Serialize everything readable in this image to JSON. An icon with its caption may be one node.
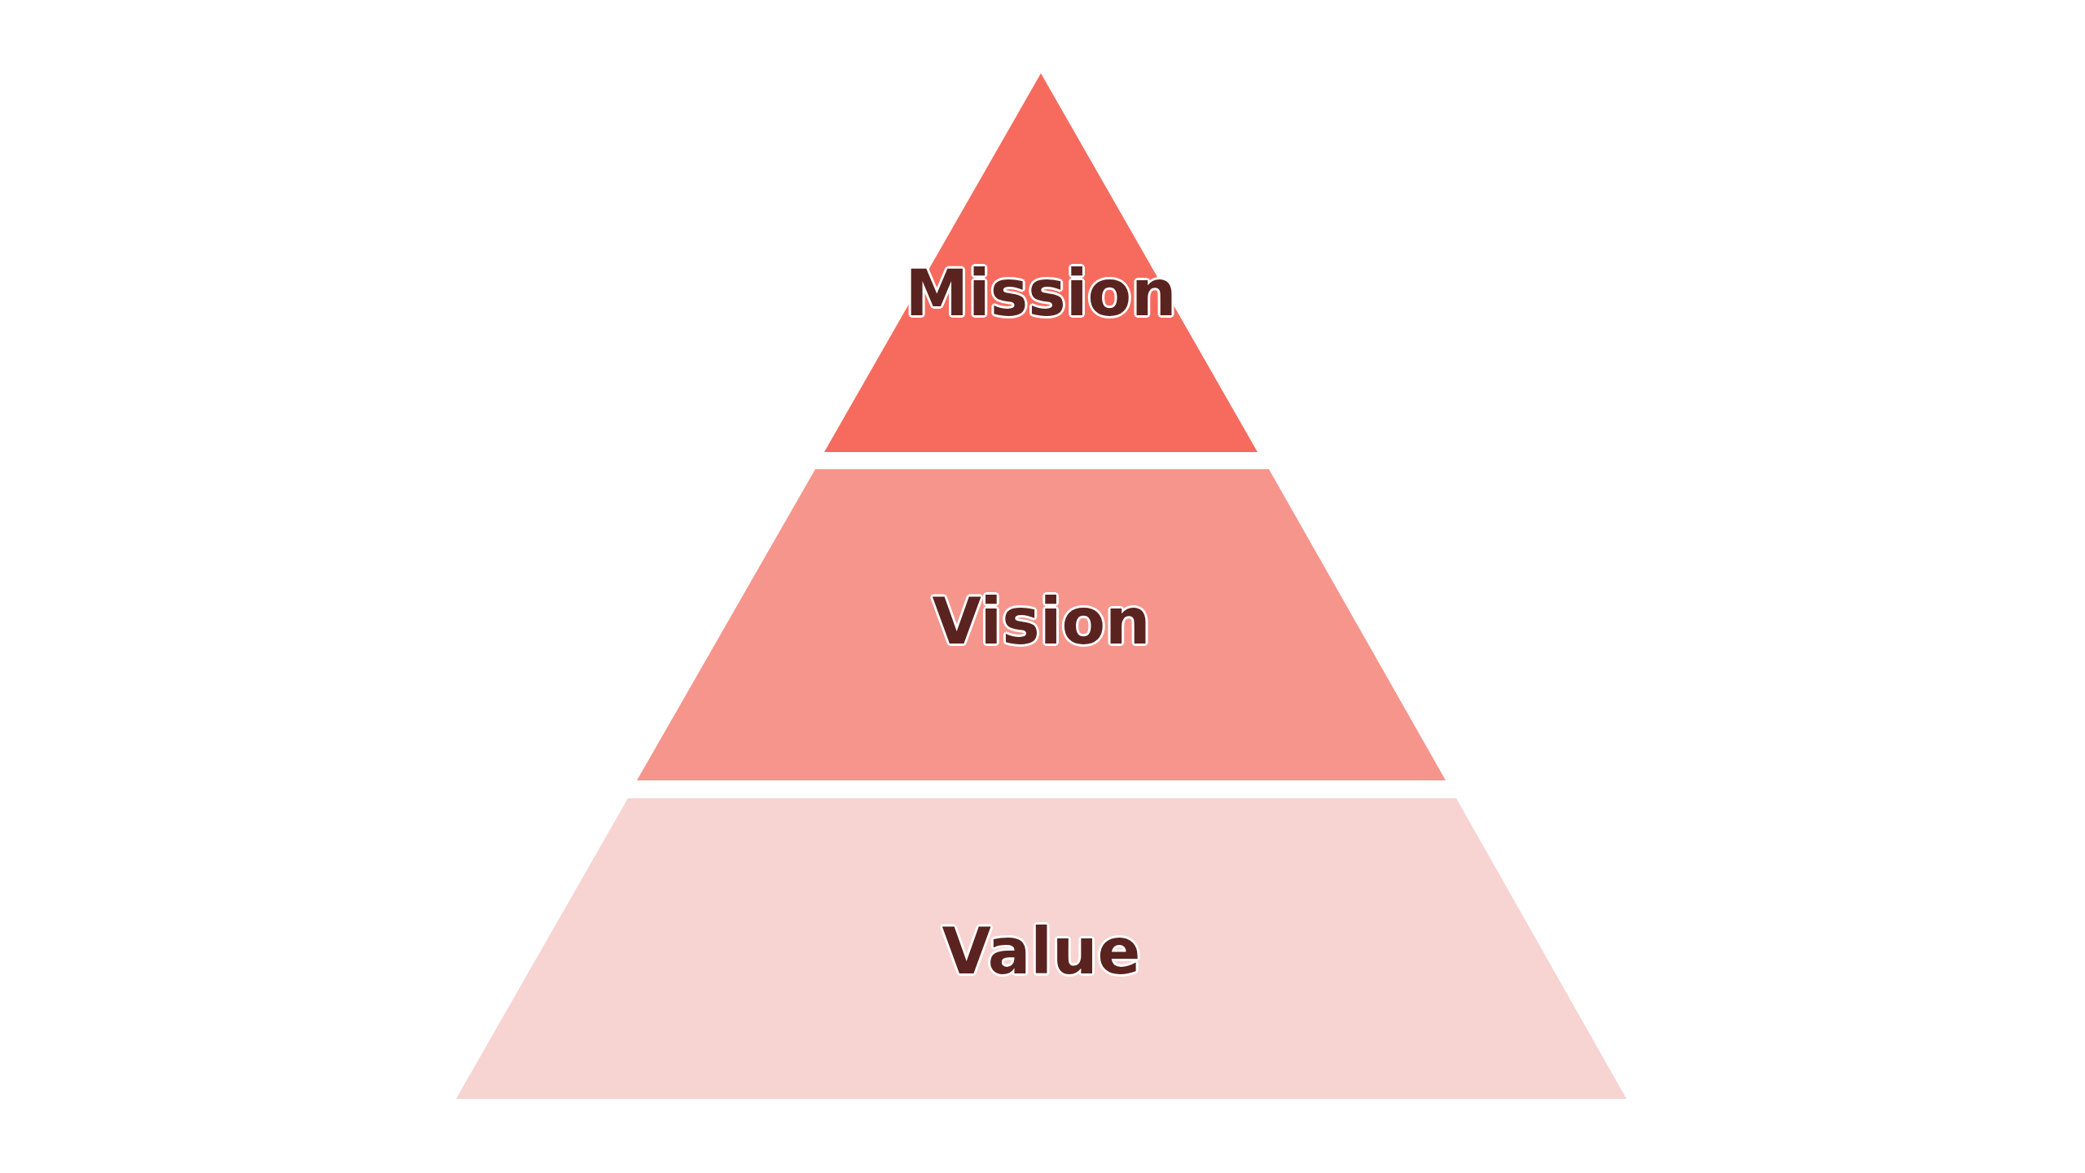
{
  "diagram": {
    "nodes": [
      {
        "text": [
          "Mission"
        ]
      },
      {
        "text": [
          "Vision"
        ]
      },
      {
        "text": [
          "Value"
        ]
      }
    ]
  }
}
